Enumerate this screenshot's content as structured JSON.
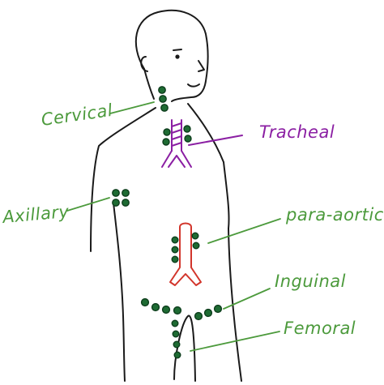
{
  "colors": {
    "outline": "#1a1a1a",
    "node": "#1e6b33",
    "label_green": "#4c9a3c",
    "trachea": "#8b1fa3",
    "aorta": "#d2352b"
  },
  "labels": {
    "cervical": "Cervical",
    "tracheal": "Tracheal",
    "axillary": "Axillary",
    "para_aortic": "para-aortic",
    "inguinal": "Inguinal",
    "femoral": "Femoral"
  }
}
